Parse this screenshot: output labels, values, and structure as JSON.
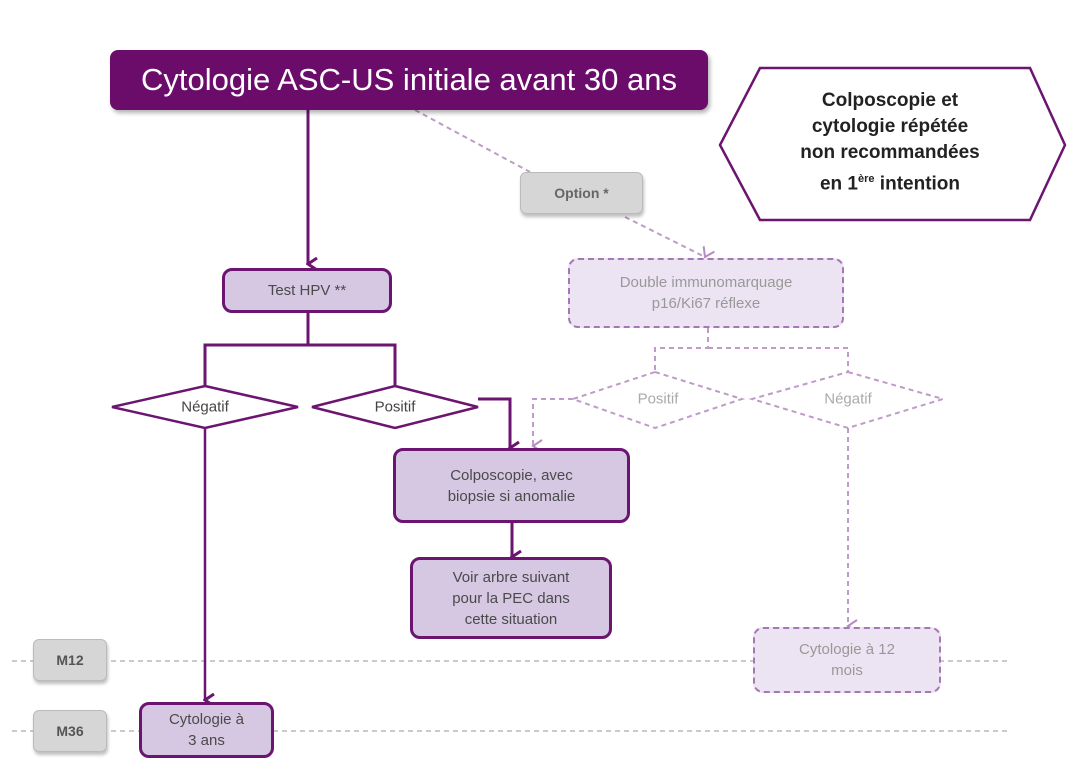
{
  "diagram": {
    "title": "Cytologie ASC-US initiale avant 30 ans",
    "warning": {
      "line1": "Colposcopie et",
      "line2": "cytologie répétée",
      "line3": "non recommandées",
      "line4_prefix": "en 1",
      "line4_sup": "ère",
      "line4_suffix": " intention"
    },
    "option_label": "Option *",
    "dual_stain": {
      "line1": "Double immunomarquage",
      "line2": "p16/Ki67  réflexe"
    },
    "test_hpv": "Test HPV **",
    "hpv_negative": "Négatif",
    "hpv_positive": "Positif",
    "dual_positive": "Positif",
    "dual_negative": "Négatif",
    "colposcopy": {
      "line1": "Colposcopie, avec",
      "line2": "biopsie si anomalie"
    },
    "next_tree": {
      "line1": "Voir arbre suivant",
      "line2": "pour la PEC dans",
      "line3": "cette situation"
    },
    "cyto_12": {
      "line1": "Cytologie à 12",
      "line2": "mois"
    },
    "cyto_3": {
      "line1": "Cytologie à",
      "line2": "3 ans"
    },
    "timeline": {
      "m12": "M12",
      "m36": "M36"
    },
    "colors": {
      "primary": "#6b0c6b",
      "box_fill": "#d6c7e2",
      "dashed_fill": "#ece4f2",
      "dashed_stroke": "#a777b3"
    }
  }
}
